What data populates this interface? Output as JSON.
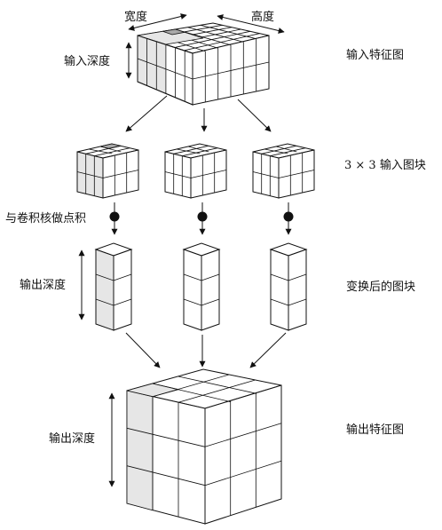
{
  "labels": {
    "width": "宽度",
    "height": "高度",
    "input_depth": "输入深度",
    "input_feature_map": "输入特征图",
    "patch_3x3": "3 × 3 输入图块",
    "dot_with_kernel": "与卷积核做点积",
    "output_depth_col": "输出深度",
    "transformed_patch": "变换后的图块",
    "output_depth_cube": "输出深度",
    "output_feature_map": "输出特征图"
  },
  "colors": {
    "line": "#111111",
    "face_top": "#ffffff",
    "face_side": "#ffffff",
    "face_highlight": "#e6e6e6",
    "highlight_dark": "#a9a9a9",
    "dot": "#111111"
  }
}
